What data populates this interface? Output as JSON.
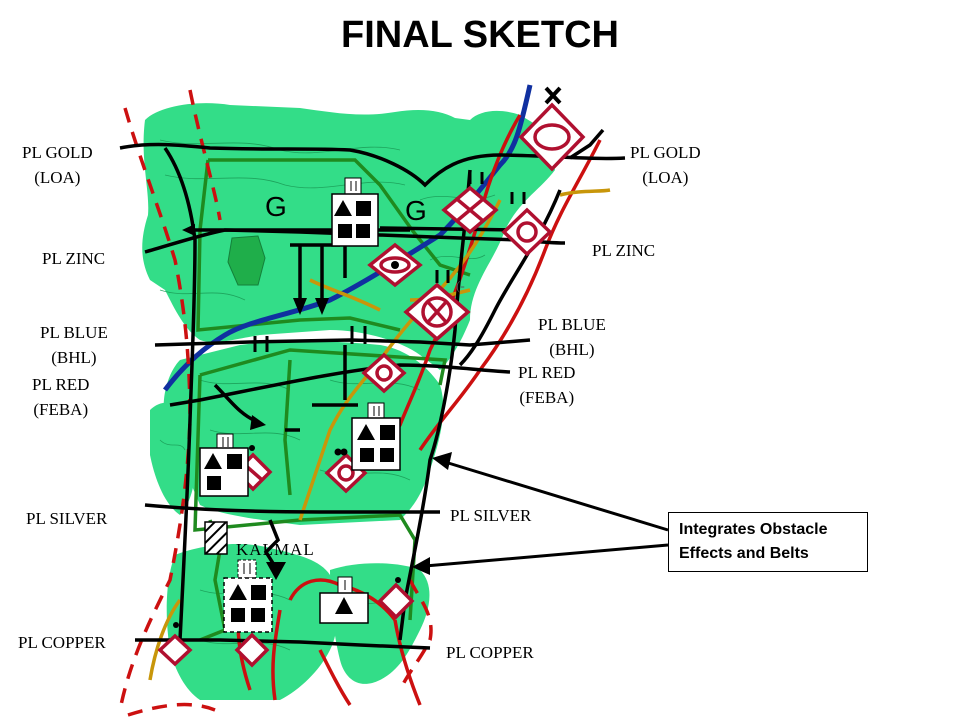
{
  "title": "FINAL SKETCH",
  "phase_lines": {
    "gold_left": "PL GOLD",
    "gold_left_sub": "(LOA)",
    "gold_right": "PL GOLD",
    "gold_right_sub": "(LOA)",
    "zinc_left": "PL ZINC",
    "zinc_right": "PL ZINC",
    "blue_left": "PL BLUE",
    "blue_left_sub": "(BHL)",
    "blue_right": "PL BLUE",
    "blue_right_sub": "(BHL)",
    "red_left": "PL RED",
    "red_left_sub": "(FEBA)",
    "red_right": "PL RED",
    "red_right_sub": "(FEBA)",
    "silver_left": "PL SILVER",
    "silver_right": "PL SILVER",
    "copper_left": "PL COPPER",
    "copper_right": "PL COPPER"
  },
  "map_labels": {
    "guide_left": "G",
    "guide_right": "G",
    "town": "KALMAL"
  },
  "callout": {
    "line1": "Integrates Obstacle",
    "line2": "Effects and Belts"
  },
  "colors": {
    "terrain": "#33dd88",
    "terrain_dark": "#20b060",
    "phase_line": "#000000",
    "boundary": "#1f8a1f",
    "river": "#1030a0",
    "enemy_route": "#cc1010",
    "friendly_route": "#c8960a",
    "obstacle": "#b01030"
  }
}
